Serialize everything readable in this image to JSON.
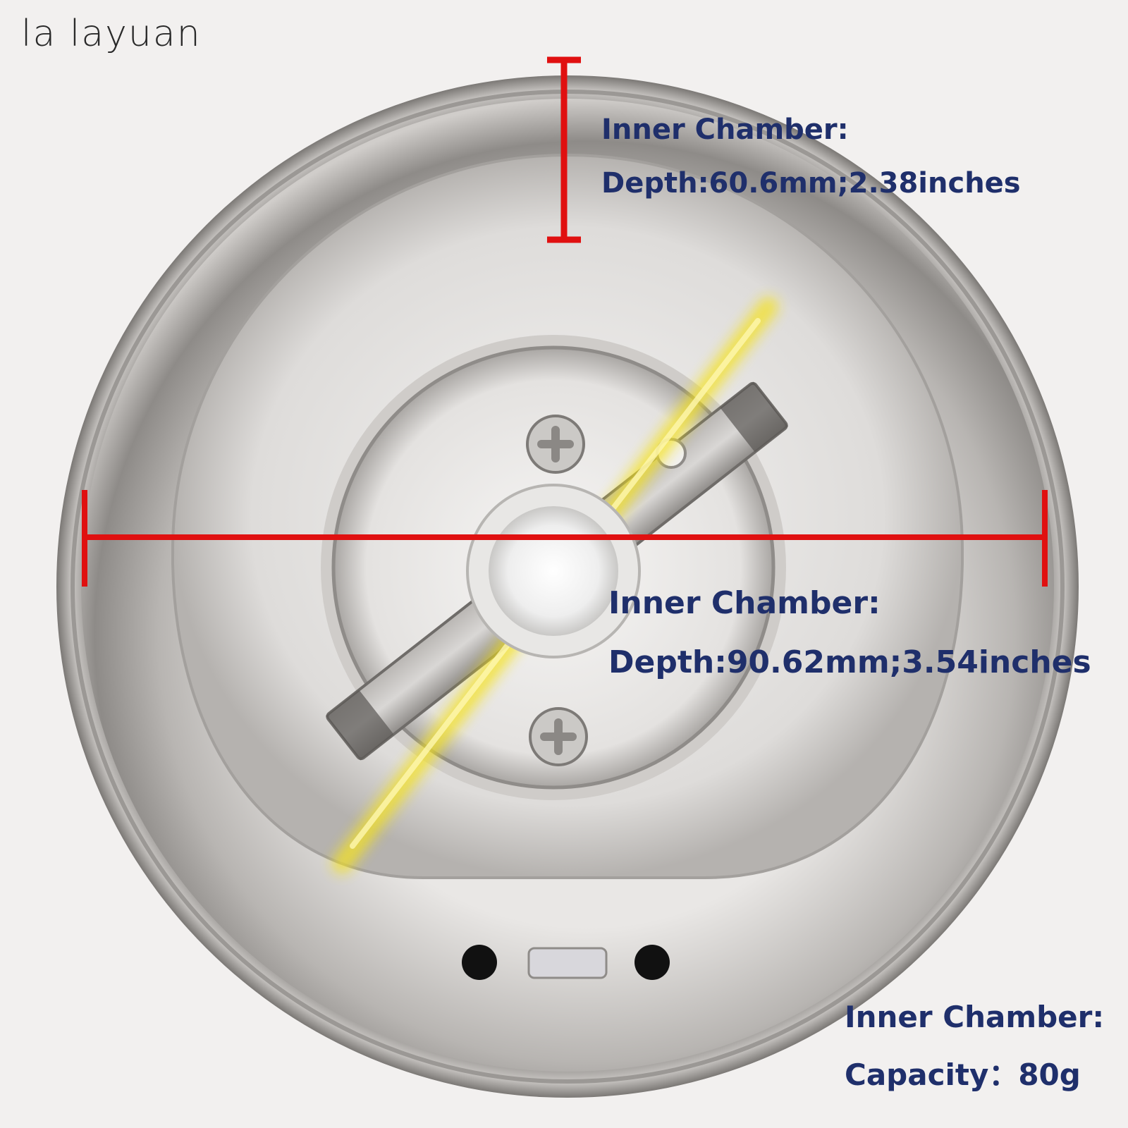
{
  "brand": {
    "name": "la layuan"
  },
  "annotations": {
    "depth": {
      "title": "Inner Chamber:",
      "value": "Depth:60.6mm;2.38inches"
    },
    "diameter": {
      "title": "Inner Chamber:",
      "value": "Depth:90.62mm;3.54inches"
    },
    "capacity": {
      "title": "Inner Chamber:",
      "value": "Capacity：80g"
    }
  },
  "colors": {
    "measure_line": "#e01010",
    "label_text": "#1f2f6b",
    "blade_highlight": "#f5e21b",
    "background": "#f2f0ef"
  }
}
